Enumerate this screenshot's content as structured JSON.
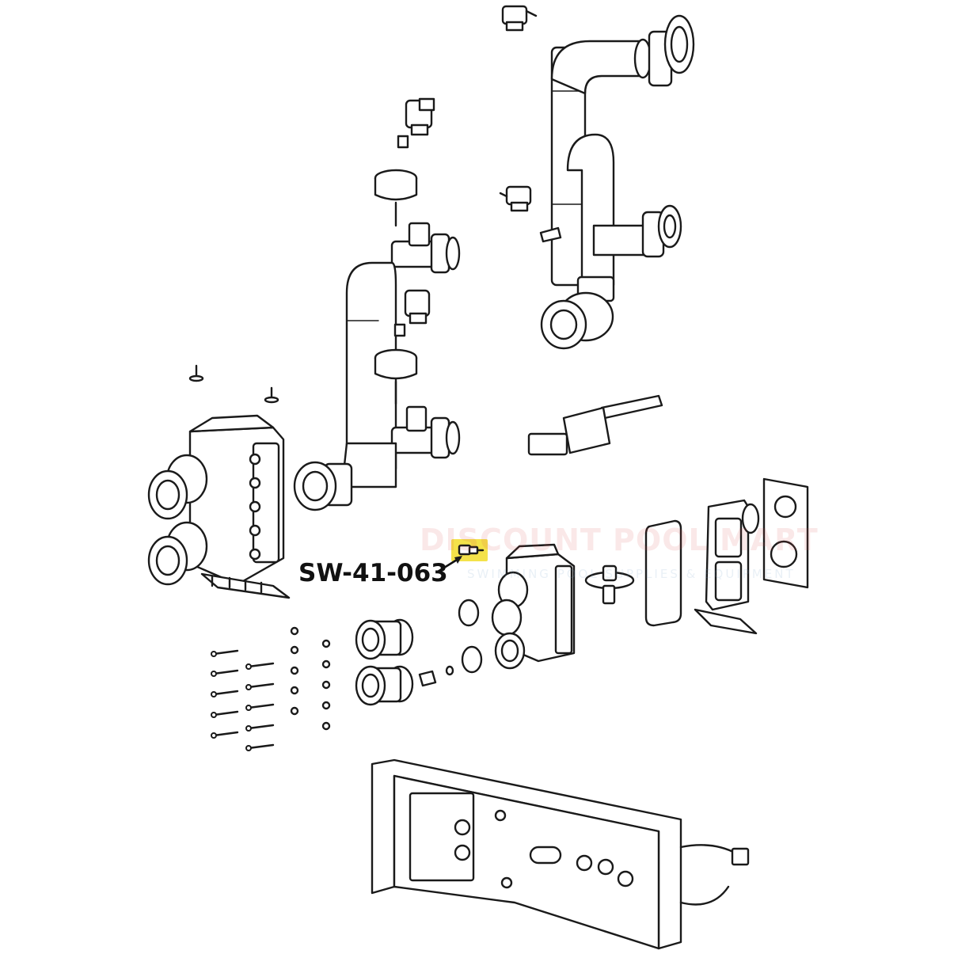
{
  "callout": {
    "part_number": "SW-41-063",
    "highlight_color": "#f4e24a",
    "leader_color": "#111111"
  },
  "watermark": {
    "brand": "DISCOUNT POOL MART",
    "tagline": "SWIMMING POOL SUPPLIES & EQUIPMENT",
    "color": "#d84e4e"
  },
  "icons": [
    "highlighted-sensor-icon",
    "watermark-logo-icon"
  ]
}
